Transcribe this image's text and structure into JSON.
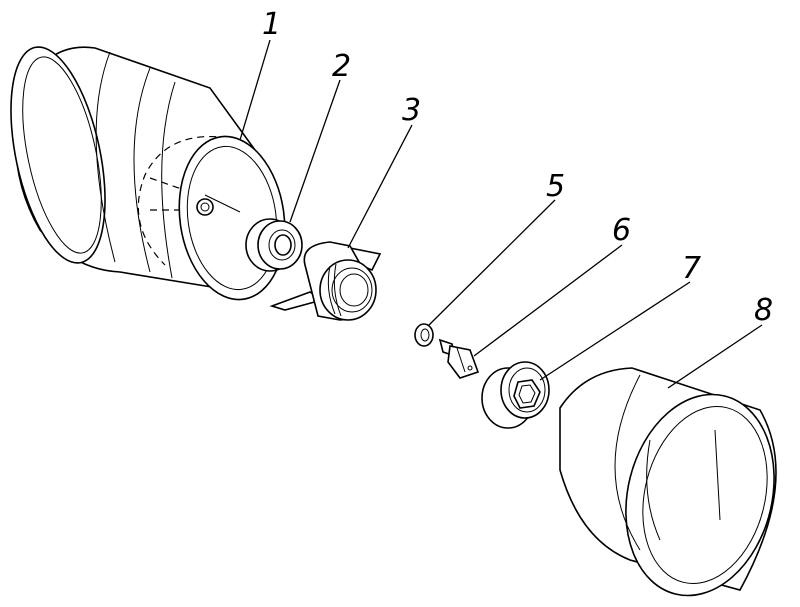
{
  "callouts": [
    {
      "id": "1",
      "label": "1"
    },
    {
      "id": "2",
      "label": "2"
    },
    {
      "id": "3",
      "label": "3"
    },
    {
      "id": "5",
      "label": "5"
    },
    {
      "id": "6",
      "label": "6"
    },
    {
      "id": "7",
      "label": "7"
    },
    {
      "id": "8",
      "label": "8"
    }
  ],
  "colors": {
    "line": "#000000",
    "background": "#ffffff"
  }
}
